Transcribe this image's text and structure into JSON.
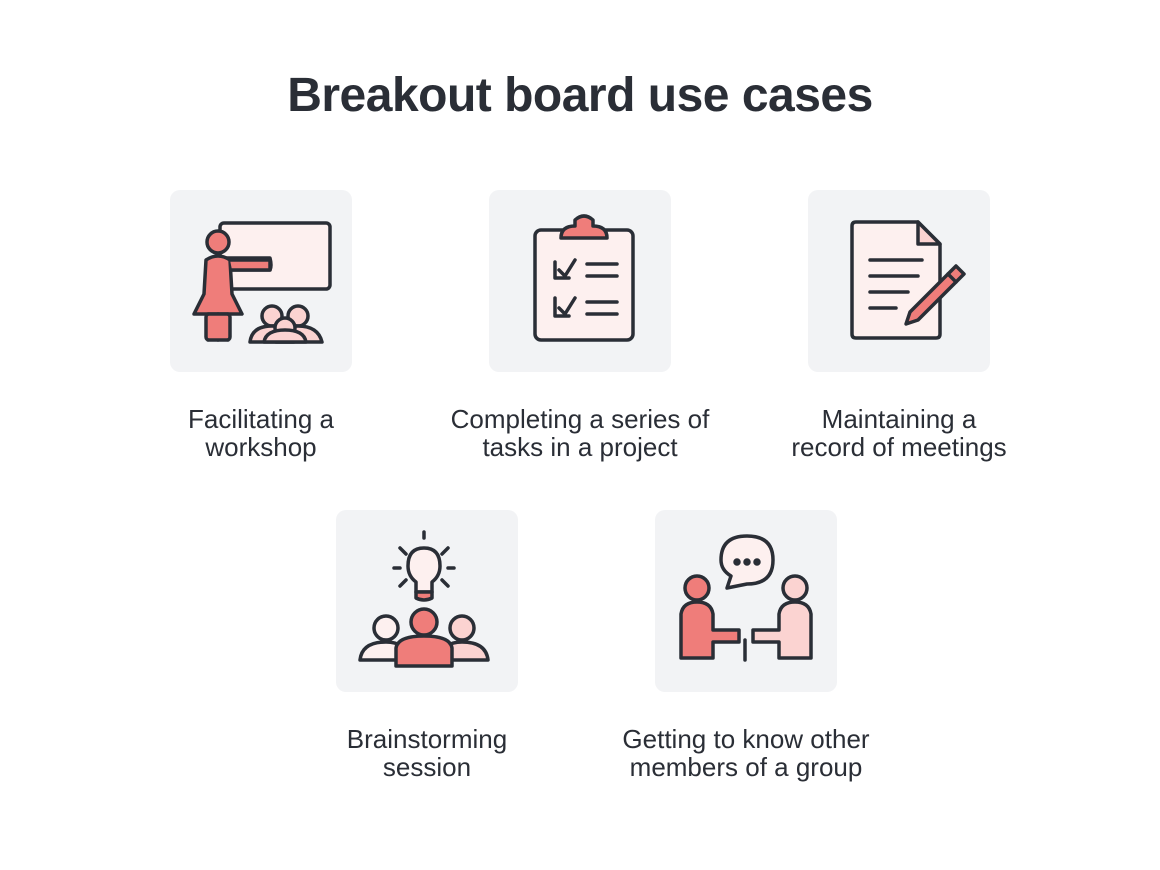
{
  "title": "Breakout board use cases",
  "colors": {
    "accent": "#ef7d7a",
    "accent_light": "#fbd3d1",
    "pale": "#fdf0ef",
    "stroke": "#2a2e36",
    "card": "#f2f3f5"
  },
  "cards": [
    {
      "icon": "presentation-teacher-icon",
      "label_lines": [
        "Facilitating a",
        "workshop"
      ]
    },
    {
      "icon": "clipboard-checklist-icon",
      "label_lines": [
        "Completing a series of",
        "tasks in a project"
      ]
    },
    {
      "icon": "document-pencil-icon",
      "label_lines": [
        "Maintaining a",
        "record of meetings"
      ]
    },
    {
      "icon": "lightbulb-group-icon",
      "label_lines": [
        "Brainstorming",
        "session"
      ]
    },
    {
      "icon": "two-people-chat-icon",
      "label_lines": [
        "Getting to know other",
        "members of a group"
      ]
    }
  ]
}
